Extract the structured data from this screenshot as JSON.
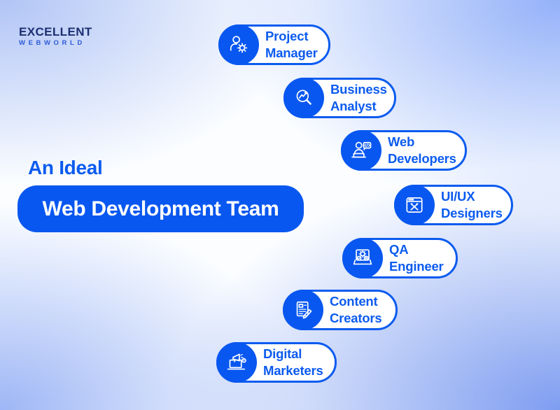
{
  "logo": {
    "line1": "EXCELLENT",
    "line2": "WEBWORLD"
  },
  "title": {
    "pre": "An Ideal",
    "main": "Web Development Team"
  },
  "colors": {
    "accent_blue": "#0b5bef",
    "fill_blue": "#0857f0",
    "logo_navy": "#1c2f72",
    "logo_blue": "#2e5bd8",
    "badge_background": "#ffffff",
    "background_center": "#fbfdff",
    "background_edge": "#8faaf0"
  },
  "roles": [
    {
      "label": "Project Manager",
      "icon": "person-gear-icon"
    },
    {
      "label": "Business Analyst",
      "icon": "magnifier-chart-icon"
    },
    {
      "label": "Web Developers",
      "icon": "developer-laptop-icon"
    },
    {
      "label": "UI/UX Designers",
      "icon": "design-tools-icon"
    },
    {
      "label": "QA Engineer",
      "icon": "qa-gear-laptop-icon"
    },
    {
      "label": "Content Creators",
      "icon": "content-edit-icon"
    },
    {
      "label": "Digital Marketers",
      "icon": "megaphone-laptop-icon"
    }
  ]
}
